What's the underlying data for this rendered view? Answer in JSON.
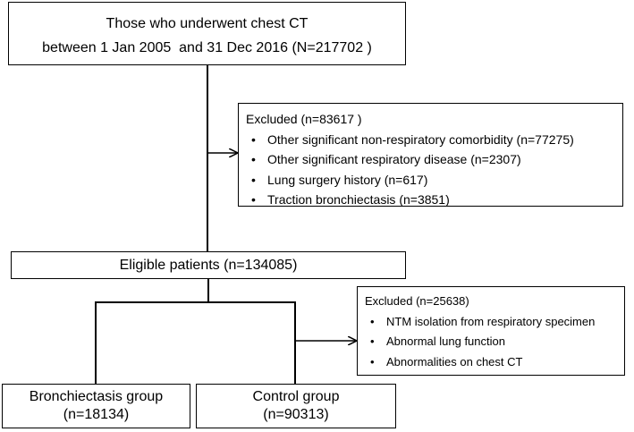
{
  "top_box": {
    "line1": "Those who underwent chest CT",
    "line2": "between 1 Jan 2005  and 31 Dec 2016 (N=217702 )"
  },
  "exclusion_1": {
    "title": "Excluded (n=83617 )",
    "items": [
      "Other significant non-respiratory comorbidity (n=77275)",
      "Other significant respiratory disease (n=2307)",
      "Lung surgery history (n=617)",
      "Traction bronchiectasis (n=3851)"
    ]
  },
  "eligible_box": {
    "label": "Eligible patients (n=134085)"
  },
  "exclusion_2": {
    "title": "Excluded (n=25638)",
    "items": [
      "NTM isolation from respiratory specimen",
      "Abnormal lung function",
      "Abnormalities on chest CT"
    ]
  },
  "bronchiectasis_box": {
    "line1": "Bronchiectasis group",
    "line2": "(n=18134)"
  },
  "control_box": {
    "line1": "Control group",
    "line2": "(n=90313)"
  }
}
